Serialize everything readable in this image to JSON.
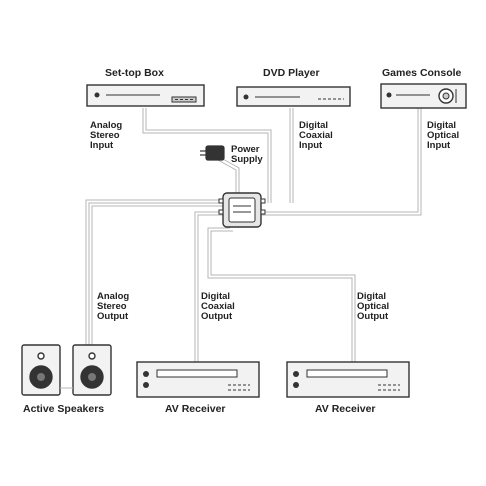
{
  "devices": {
    "settop": "Set-top Box",
    "dvd": "DVD Player",
    "games": "Games Console",
    "speakers": "Active Speakers",
    "av1": "AV Receiver",
    "av2": "AV Receiver"
  },
  "power": [
    "Power",
    "Supply"
  ],
  "inputs": {
    "analog": [
      "Analog",
      "Stereo",
      "Input"
    ],
    "coax": [
      "Digital",
      "Coaxial",
      "Input"
    ],
    "optical": [
      "Digital",
      "Optical",
      "Input"
    ]
  },
  "outputs": {
    "analog": [
      "Analog",
      "Stereo",
      "Output"
    ],
    "coax": [
      "Digital",
      "Coaxial",
      "Output"
    ],
    "optical": [
      "Digital",
      "Optical",
      "Output"
    ]
  },
  "colors": {
    "line": "#333333",
    "device_fill": "#f2f2f2",
    "cable": "#b5b5b5",
    "text": "#222222"
  }
}
